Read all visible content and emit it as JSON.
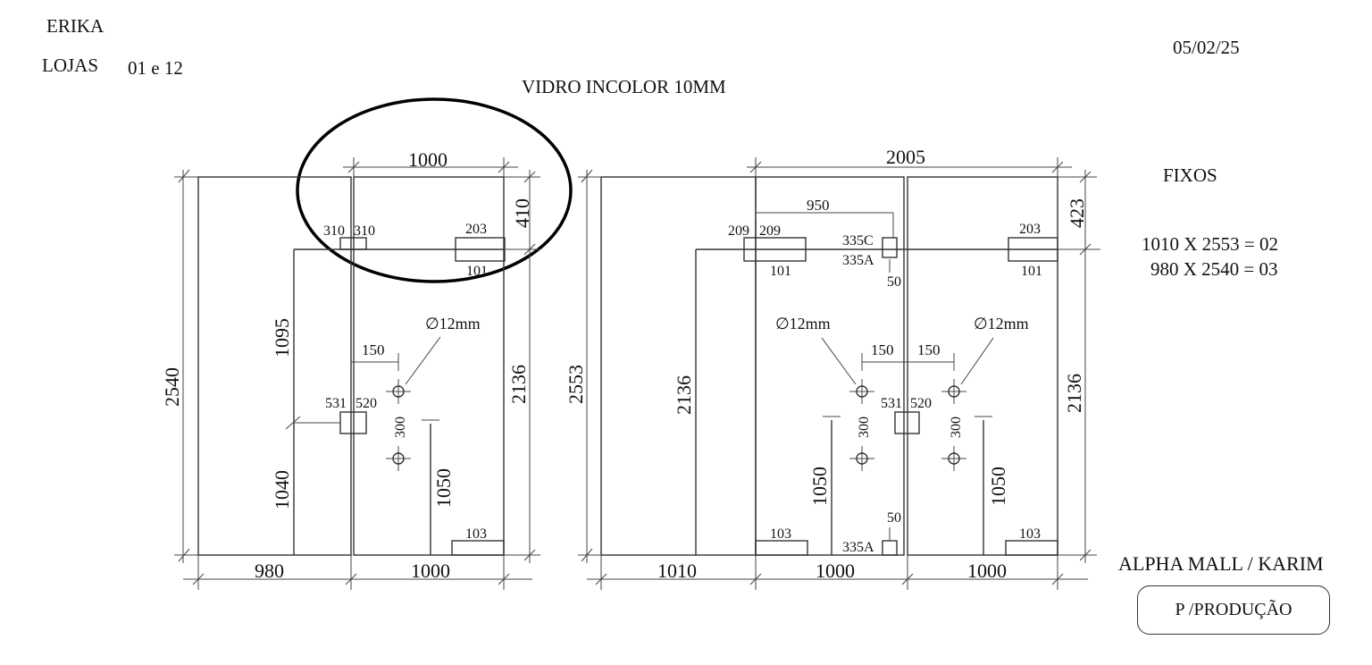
{
  "header": {
    "client": "ERIKA",
    "stores_label": "LOJAS",
    "stores_value": "01 e 12",
    "date": "05/02/25",
    "material": "VIDRO INCOLOR 10MM"
  },
  "side": {
    "fixed_title": "FIXOS",
    "fixed_items": [
      "1010 X 2553 = 02",
      "980 X 2540 = 03"
    ],
    "project": "ALPHA MALL / KARIM",
    "stamp": "P /PRODUÇÃO"
  },
  "left_panel": {
    "overall_height": "2540",
    "top_width": "1000",
    "top_height": "410",
    "fixed_height": "1095",
    "lower_height": "1040",
    "door_right_height": "2136",
    "handle_height": "1050",
    "bottom_left": "980",
    "bottom_right": "1000",
    "fittings": [
      "310",
      "310",
      "203",
      "101",
      "531",
      "520",
      "103"
    ],
    "hole_label": "∅12mm",
    "hole_offset": "150",
    "hole_spacing": "300"
  },
  "right_panel": {
    "overall_height": "2553",
    "top_width": "2005",
    "top_height": "423",
    "offset": "950",
    "left_fixed_height": "2136",
    "right_height": "2136",
    "handle_left": "1050",
    "handle_right": "1050",
    "bottom_left": "1010",
    "bottom_mid": "1000",
    "bottom_right": "1000",
    "fittings": [
      "209",
      "209",
      "101",
      "335C",
      "335A",
      "50",
      "203",
      "101",
      "531",
      "520",
      "103",
      "103",
      "335A",
      "50"
    ],
    "hole_label_left": "∅12mm",
    "hole_label_right": "∅12mm",
    "hole_offset_left": "150",
    "hole_offset_right": "150",
    "hole_spacing_left": "300",
    "hole_spacing_right": "300"
  }
}
